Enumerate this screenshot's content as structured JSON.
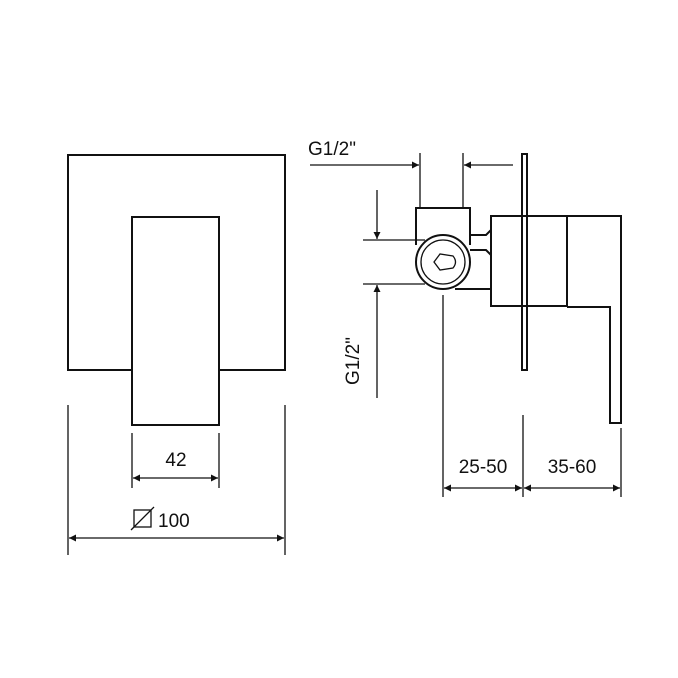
{
  "labels": {
    "width_42": "42",
    "diameter_100": "100",
    "diameter_symbol": "diameter-symbol",
    "thread_top": "G1/2\"",
    "thread_side": "G1/2\"",
    "depth_25_50": "25-50",
    "depth_35_60": "35-60"
  },
  "colors": {
    "line": "#111111",
    "background": "#ffffff"
  }
}
